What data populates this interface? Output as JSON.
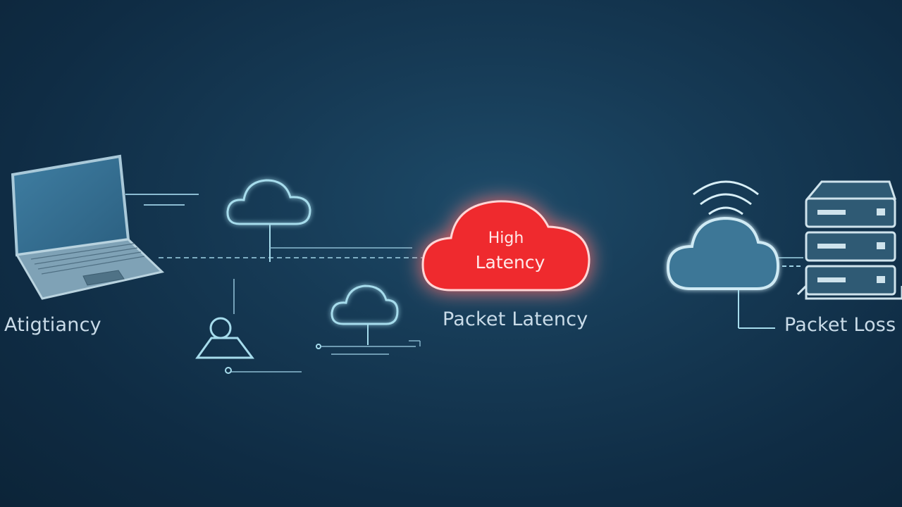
{
  "nodes": {
    "laptop": {
      "label": "Atigtiancy"
    },
    "alert_cloud": {
      "line1": "High",
      "line2": "Latency",
      "caption": "Packet Latency"
    },
    "server": {
      "label": "Packet Loss"
    }
  },
  "colors": {
    "background": "#143650",
    "line": "#9fd3e6",
    "alert": "#ef2b2f",
    "cloud_fill": "#3d7797"
  }
}
